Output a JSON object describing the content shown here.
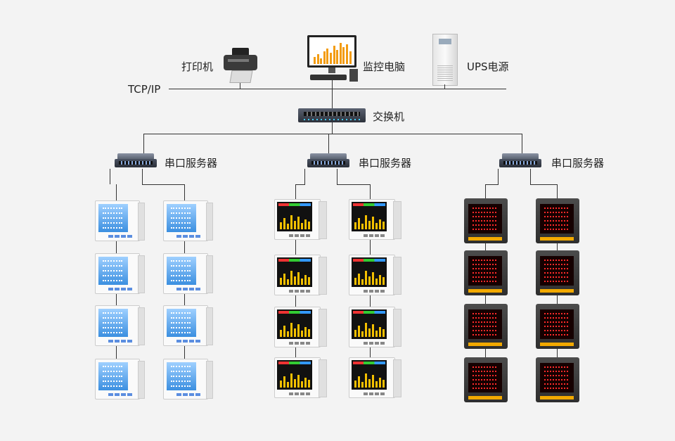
{
  "top": {
    "printer_label": "打印机",
    "monitor_label": "监控电脑",
    "ups_label": "UPS电源",
    "network_label": "TCP/IP"
  },
  "switch": {
    "label": "交换机"
  },
  "serial_servers": [
    {
      "label": "串口服务器"
    },
    {
      "label": "串口服务器"
    },
    {
      "label": "串口服务器"
    }
  ],
  "meter_groups": [
    {
      "type": "blue-lcd-meter",
      "columns": 2,
      "rows": 4
    },
    {
      "type": "color-lcd-meter",
      "columns": 2,
      "rows": 4
    },
    {
      "type": "red-led-meter",
      "columns": 2,
      "rows": 4
    }
  ],
  "colors": {
    "line": "#333333",
    "background": "#f3f3f3",
    "blue_display": "#3b8fe0",
    "red_led": "#ff2a2a",
    "amber_strip": "#f2a900"
  }
}
